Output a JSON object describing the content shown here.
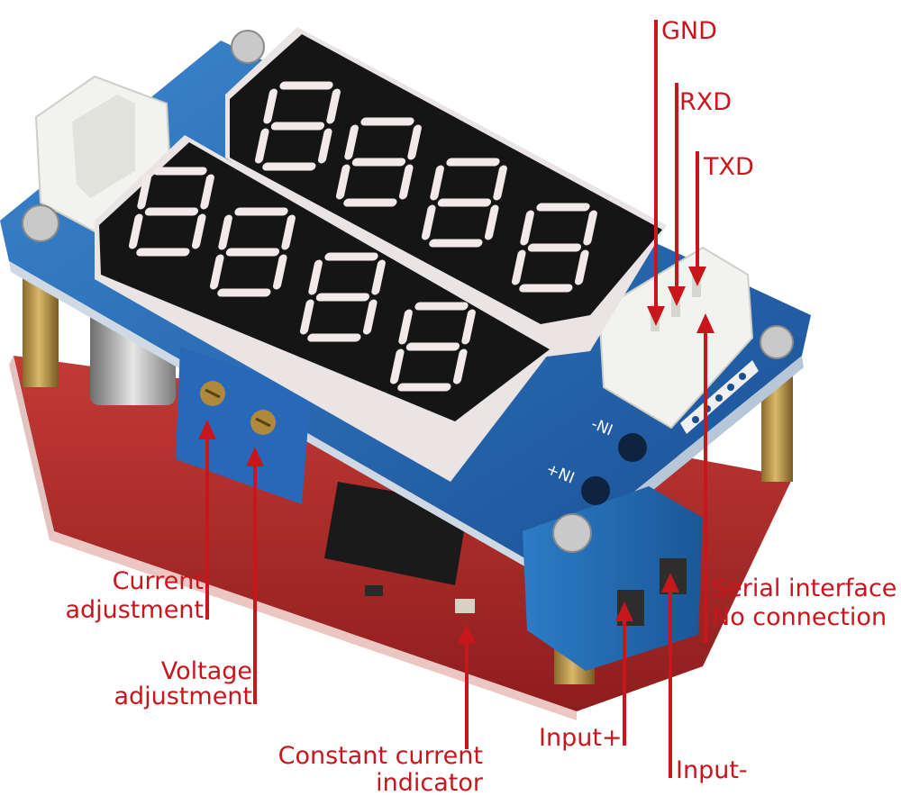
{
  "labels": {
    "gnd": "GND",
    "rxd": "RXD",
    "txd": "TXD",
    "current_adjustment": [
      "Current",
      "adjustment"
    ],
    "voltage_adjustment": [
      "Voltage",
      "adjustment"
    ],
    "constant_current_indicator": [
      "Constant current",
      "indicator"
    ],
    "serial_interface": [
      "Serial interface",
      "No connection"
    ],
    "input_plus": "Input+",
    "input_minus": "Input-"
  },
  "board_silkscreen": {
    "in_minus": "-NI",
    "in_plus": "+NI"
  },
  "colors": {
    "annotation": "#c8161d",
    "pcb_blue": "#1f5fa8",
    "pcb_red": "#b3262b",
    "display_face": "#141414",
    "segment_off": "#f3e9e9",
    "connector_white": "#f2f2ee",
    "brass": "#b08a3c"
  }
}
